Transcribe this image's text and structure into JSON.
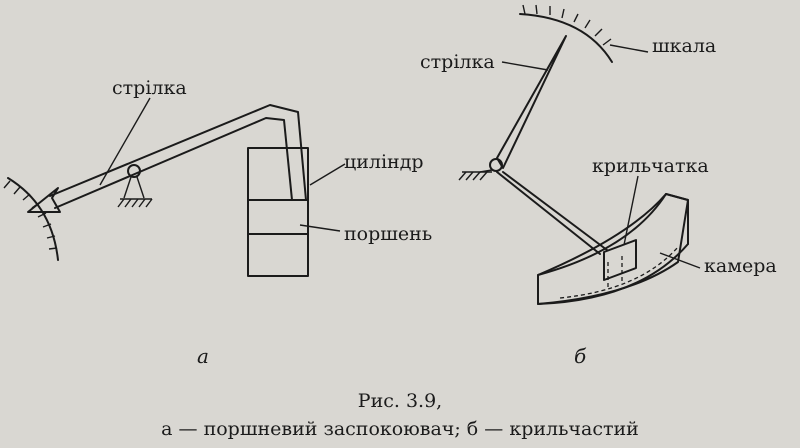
{
  "figure": {
    "left": {
      "label_arrow": "стрілка",
      "label_cylinder": "циліндр",
      "label_piston": "поршень",
      "sublabel": "а"
    },
    "right": {
      "label_arrow": "стрілка",
      "label_scale": "шкала",
      "label_impeller": "крильчатка",
      "label_chamber": "камера",
      "sublabel": "б"
    },
    "caption_line1": "Рис. 3.9,",
    "caption_line2": "а — поршневий заспокоювач; б — крильчастий"
  }
}
